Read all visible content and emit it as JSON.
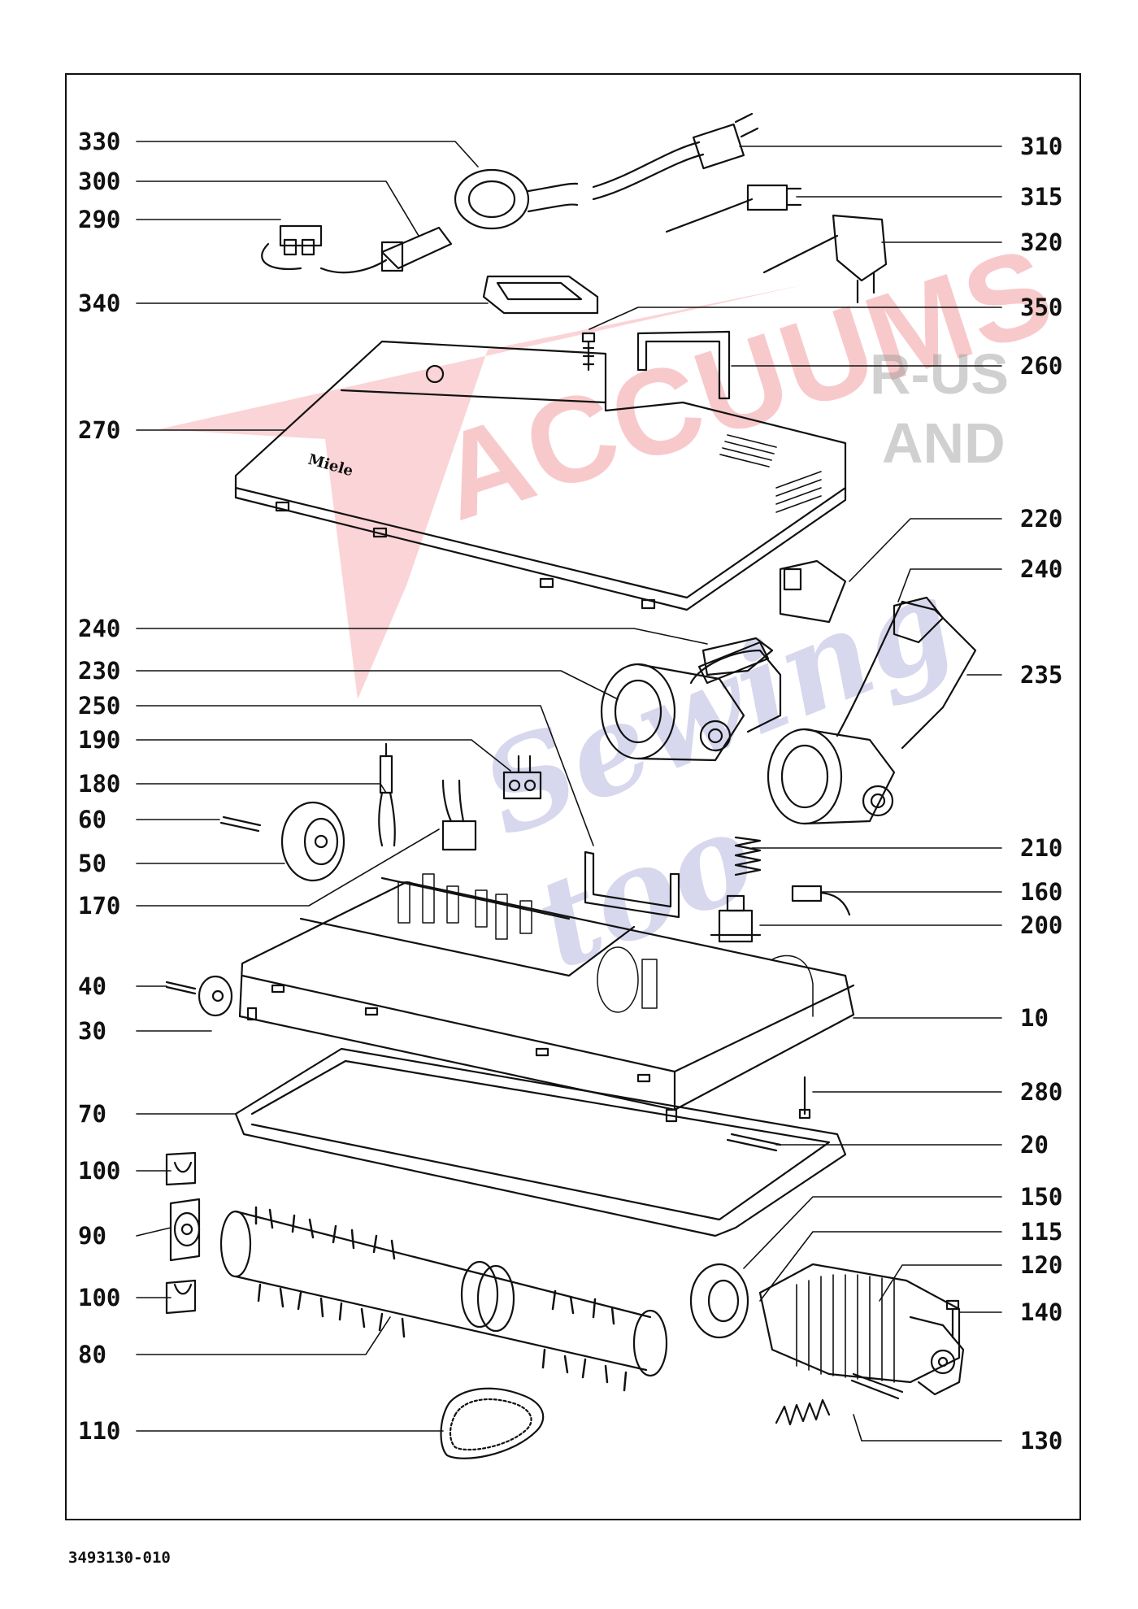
{
  "brand_on_cover": "Miele",
  "document_number": "3493130-010",
  "watermark": {
    "main": "ACCUUMS",
    "r_us": "R-US",
    "and": "AND",
    "sewing": "Sewing too"
  },
  "callouts_left": [
    "330",
    "300",
    "290",
    "340",
    "270",
    "240",
    "230",
    "250",
    "190",
    "180",
    "60",
    "50",
    "170",
    "40",
    "30",
    "70",
    "100",
    "90",
    "100",
    "80",
    "110"
  ],
  "callouts_right": [
    "310",
    "315",
    "320",
    "350",
    "260",
    "220",
    "240",
    "235",
    "210",
    "160",
    "200",
    "10",
    "280",
    "20",
    "150",
    "115",
    "120",
    "140",
    "130"
  ]
}
